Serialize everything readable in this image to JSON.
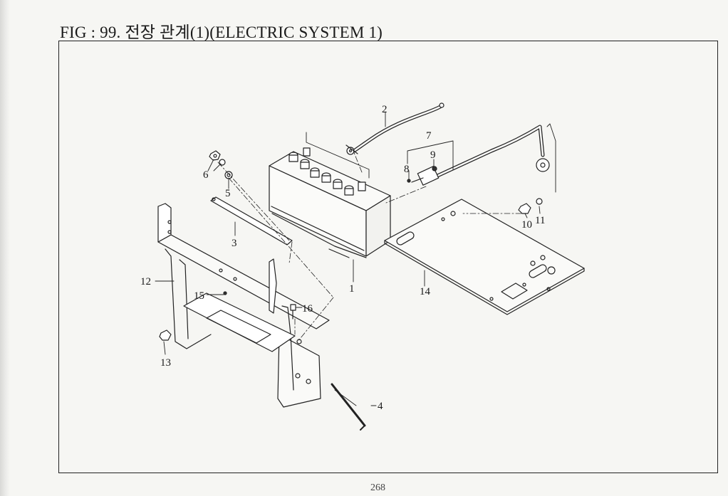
{
  "figure": {
    "title": "FIG : 99. 전장 관계(1)(ELECTRIC SYSTEM 1)"
  },
  "parts": [
    {
      "label": "1"
    },
    {
      "label": "2"
    },
    {
      "label": "3"
    },
    {
      "label": "4"
    },
    {
      "label": "5"
    },
    {
      "label": "6"
    },
    {
      "label": "7"
    },
    {
      "label": "8"
    },
    {
      "label": "9"
    },
    {
      "label": "10"
    },
    {
      "label": "11"
    },
    {
      "label": "12"
    },
    {
      "label": "13"
    },
    {
      "label": "14"
    },
    {
      "label": "15"
    },
    {
      "label": "16"
    }
  ],
  "page_number": "268"
}
